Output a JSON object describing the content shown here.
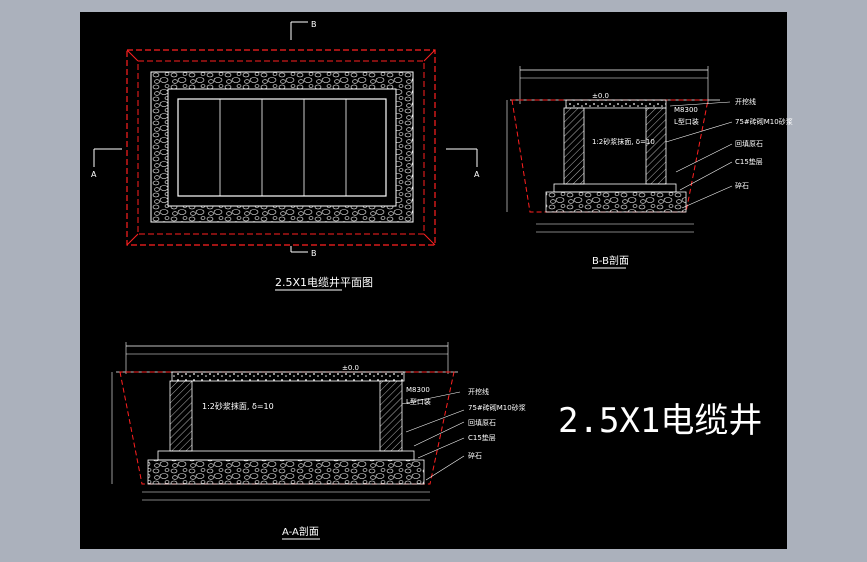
{
  "title": "2.5X1电缆井",
  "plan": {
    "caption": "2.5X1电缆井平面图",
    "cut_top": "B",
    "cut_bottom": "B",
    "cut_left": "A",
    "cut_right": "A"
  },
  "section_bb": {
    "caption": "B-B剖面",
    "level": "±0.0",
    "wall_text": "1:2砂浆抹面, δ=10",
    "callouts": [
      "开挖线",
      "M8300",
      "L型口装",
      "75#砖砌M10砂浆",
      "回填原石",
      "C15垫层",
      "碎石"
    ]
  },
  "section_aa": {
    "caption": "A-A剖面",
    "level": "±0.0",
    "wall_text": "1:2砂浆抹面, δ=10",
    "callouts": [
      "M8300",
      "L型口装",
      "开挖线",
      "75#砖砌M10砂浆",
      "回填原石",
      "C15垫层",
      "碎石"
    ]
  },
  "colors": {
    "line": "#ffffff",
    "accent": "#ff2020",
    "background": "#000000",
    "frame": "#abb1bc"
  }
}
